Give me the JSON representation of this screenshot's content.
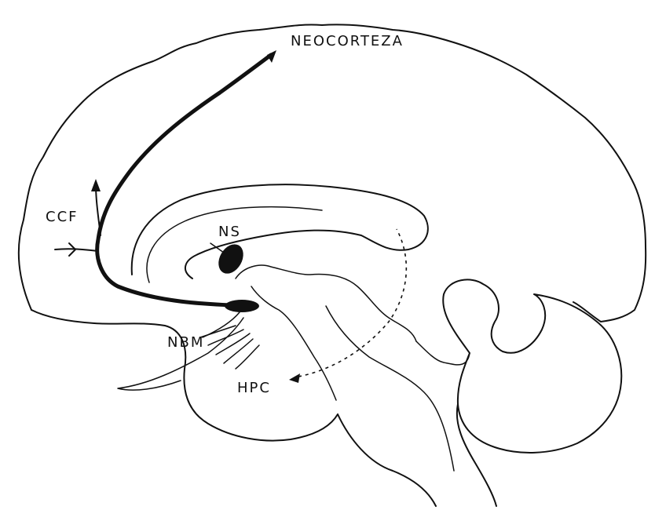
{
  "labels": {
    "neocorteza": "NEOCORTEZA",
    "ccf": "CCF",
    "ns": "NS",
    "nbm": "NBM",
    "hpc": "HPC"
  },
  "colors": {
    "ink": "#111111",
    "background": "#ffffff"
  }
}
